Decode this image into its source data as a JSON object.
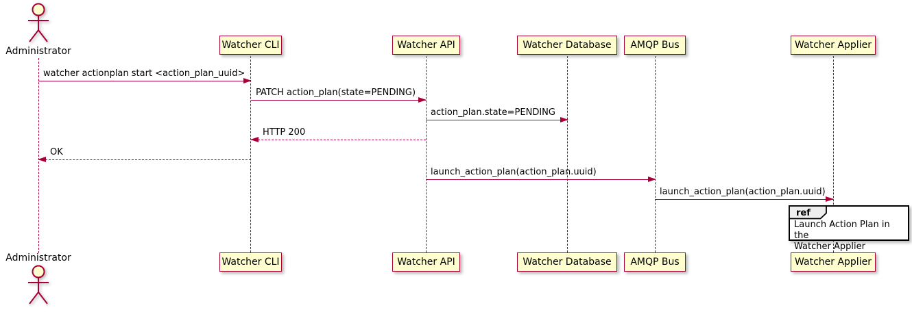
{
  "diagram": {
    "type": "uml-sequence-diagram",
    "actor": {
      "label": "Administrator"
    },
    "participants": [
      {
        "label": "Watcher CLI"
      },
      {
        "label": "Watcher API"
      },
      {
        "label": "Watcher Database"
      },
      {
        "label": "AMQP Bus"
      },
      {
        "label": "Watcher Applier"
      }
    ],
    "messages": [
      {
        "from": "Administrator",
        "to": "Watcher CLI",
        "style": "solid",
        "label": "watcher actionplan start <action_plan_uuid>"
      },
      {
        "from": "Watcher CLI",
        "to": "Watcher API",
        "style": "solid",
        "label": "PATCH action_plan(state=PENDING)"
      },
      {
        "from": "Watcher API",
        "to": "Watcher Database",
        "style": "solid",
        "label": "action_plan.state=PENDING"
      },
      {
        "from": "Watcher API",
        "to": "Watcher CLI",
        "style": "dashed-return",
        "label": "HTTP 200"
      },
      {
        "from": "Watcher CLI",
        "to": "Administrator",
        "style": "dashed-return",
        "label": "OK"
      },
      {
        "from": "Watcher API",
        "to": "AMQP Bus",
        "style": "solid",
        "label": "launch_action_plan(action_plan.uuid)"
      },
      {
        "from": "AMQP Bus",
        "to": "Watcher Applier",
        "style": "solid",
        "label": "launch_action_plan(action_plan.uuid)"
      }
    ],
    "ref": {
      "keyword": "ref",
      "line1": "Launch Action Plan in the",
      "line2": "Watcher Applier"
    },
    "colors": {
      "accent": "#A80036",
      "participant_fill": "#FEFECE",
      "ref_header_fill": "#EEEEEE",
      "ref_border": "#000000",
      "text": "#000000"
    }
  }
}
